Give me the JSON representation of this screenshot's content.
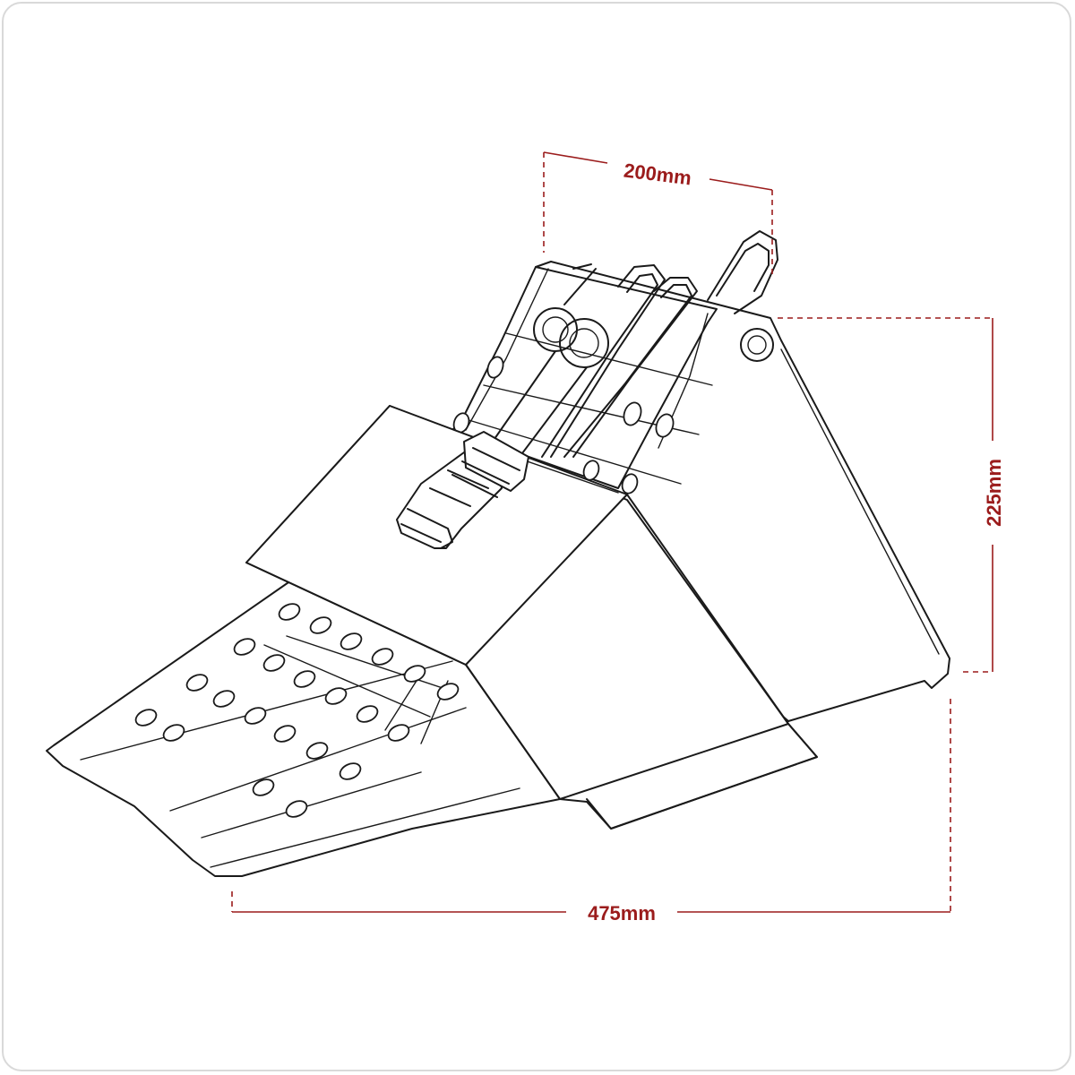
{
  "dimensions": {
    "width_label": "200mm",
    "height_label": "225mm",
    "length_label": "475mm"
  },
  "colors": {
    "dimension": "#9b1c1c",
    "line_art": "#1a1a1a",
    "border": "#d9d9d9"
  }
}
